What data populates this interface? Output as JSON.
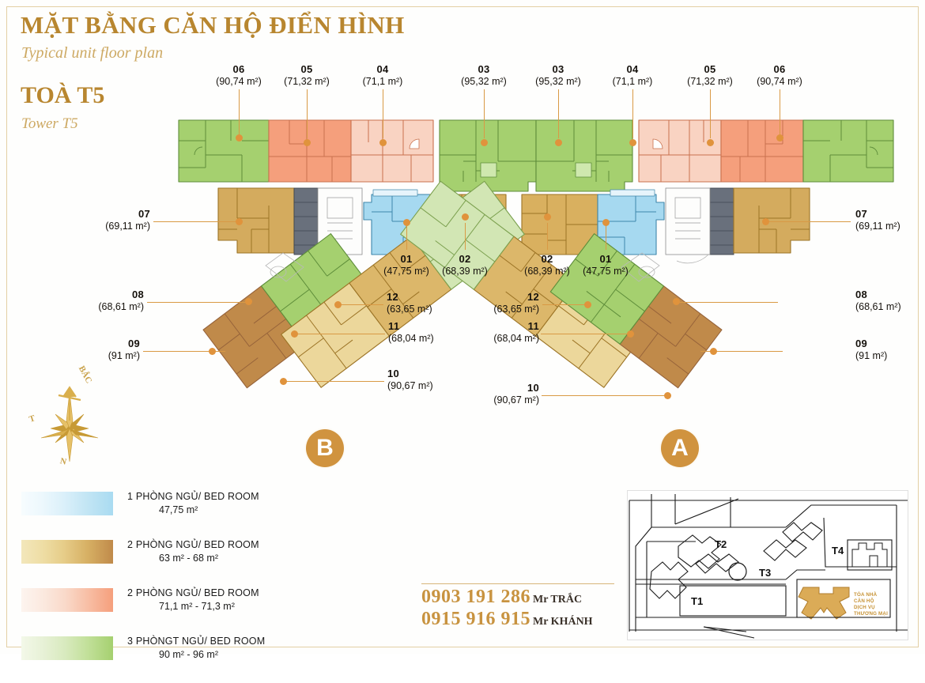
{
  "header": {
    "title_vn": "MẶT BẰNG CĂN HỘ ĐIỂN HÌNH",
    "title_en": "Typical unit floor plan",
    "tower_vn": "TOÀ T5",
    "tower_en": "Tower T5"
  },
  "units_top": [
    {
      "num": "06",
      "area": "(90,74 m²)"
    },
    {
      "num": "05",
      "area": "(71,32 m²)"
    },
    {
      "num": "04",
      "area": "(71,1 m²)"
    },
    {
      "num": "03",
      "area": "(95,32 m²)"
    },
    {
      "num": "03",
      "area": "(95,32 m²)"
    },
    {
      "num": "04",
      "area": "(71,1 m²)"
    },
    {
      "num": "05",
      "area": "(71,32 m²)"
    },
    {
      "num": "06",
      "area": "(90,74 m²)"
    }
  ],
  "units_center": [
    {
      "num": "01",
      "area": "(47,75 m²)"
    },
    {
      "num": "02",
      "area": "(68,39 m²)"
    },
    {
      "num": "02",
      "area": "(68,39 m²)"
    },
    {
      "num": "01",
      "area": "(47,75 m²)"
    }
  ],
  "units_left": [
    {
      "num": "07",
      "area": "(69,11 m²)"
    },
    {
      "num": "08",
      "area": "(68,61 m²)"
    },
    {
      "num": "09",
      "area": "(91 m²)"
    }
  ],
  "units_right": [
    {
      "num": "07",
      "area": "(69,11 m²)"
    },
    {
      "num": "08",
      "area": "(68,61 m²)"
    },
    {
      "num": "09",
      "area": "(91 m²)"
    }
  ],
  "units_wing_b": [
    {
      "num": "12",
      "area": "(63,65 m²)"
    },
    {
      "num": "11",
      "area": "(68,04 m²)"
    },
    {
      "num": "10",
      "area": "(90,67 m²)"
    }
  ],
  "units_wing_a": [
    {
      "num": "12",
      "area": "(63,65 m²)"
    },
    {
      "num": "11",
      "area": "(68,04 m²)"
    },
    {
      "num": "10",
      "area": "(90,67 m²)"
    }
  ],
  "zones": {
    "a": "A",
    "b": "B"
  },
  "compass": {
    "north": "BẮC",
    "west": "T",
    "south": "N"
  },
  "legend": [
    {
      "title": "1 PHÒNG NGỦ/ BED ROOM",
      "area": "47,75 m²",
      "colors": [
        "#f5fbfe",
        "#e5f4fb",
        "#d3ecf8",
        "#b9e1f3",
        "#a6d9f0"
      ]
    },
    {
      "title": "2 PHÒNG NGỦ/ BED ROOM",
      "area": "63 m² - 68  m²",
      "colors": [
        "#f2e4b6",
        "#ecd79b",
        "#e3c67f",
        "#d4ab5e",
        "#c08a4a"
      ]
    },
    {
      "title": "2 PHÒNG NGỦ/ BED ROOM",
      "area": "71,1 m² - 71,3  m²",
      "colors": [
        "#fdf0ea",
        "#fbe3d7",
        "#f9d3c2",
        "#f7b79c",
        "#f59f7c"
      ]
    },
    {
      "title": "3 PHÒNGT NGỦ/ BED ROOM",
      "area": "90 m² - 96  m²",
      "colors": [
        "#f0f6e4",
        "#e2eecd",
        "#d2e6b4",
        "#b9da8d",
        "#a5d06f"
      ]
    }
  ],
  "contacts": [
    {
      "number": "0903 191 286",
      "name": "Mr TRẮC"
    },
    {
      "number": "0915 916 915",
      "name": "Mr KHÁNH"
    }
  ],
  "sitemap": {
    "towers": [
      "T1",
      "T2",
      "T3",
      "T4"
    ],
    "note": [
      "TÒA NHÀ",
      "CĂN HỘ",
      "DỊCH VỤ",
      "THƯƠNG MẠI"
    ]
  },
  "colors": {
    "gold": "#b8862f",
    "gold_light": "#cda963",
    "accent": "#d0933f",
    "leader": "#d99a45"
  }
}
